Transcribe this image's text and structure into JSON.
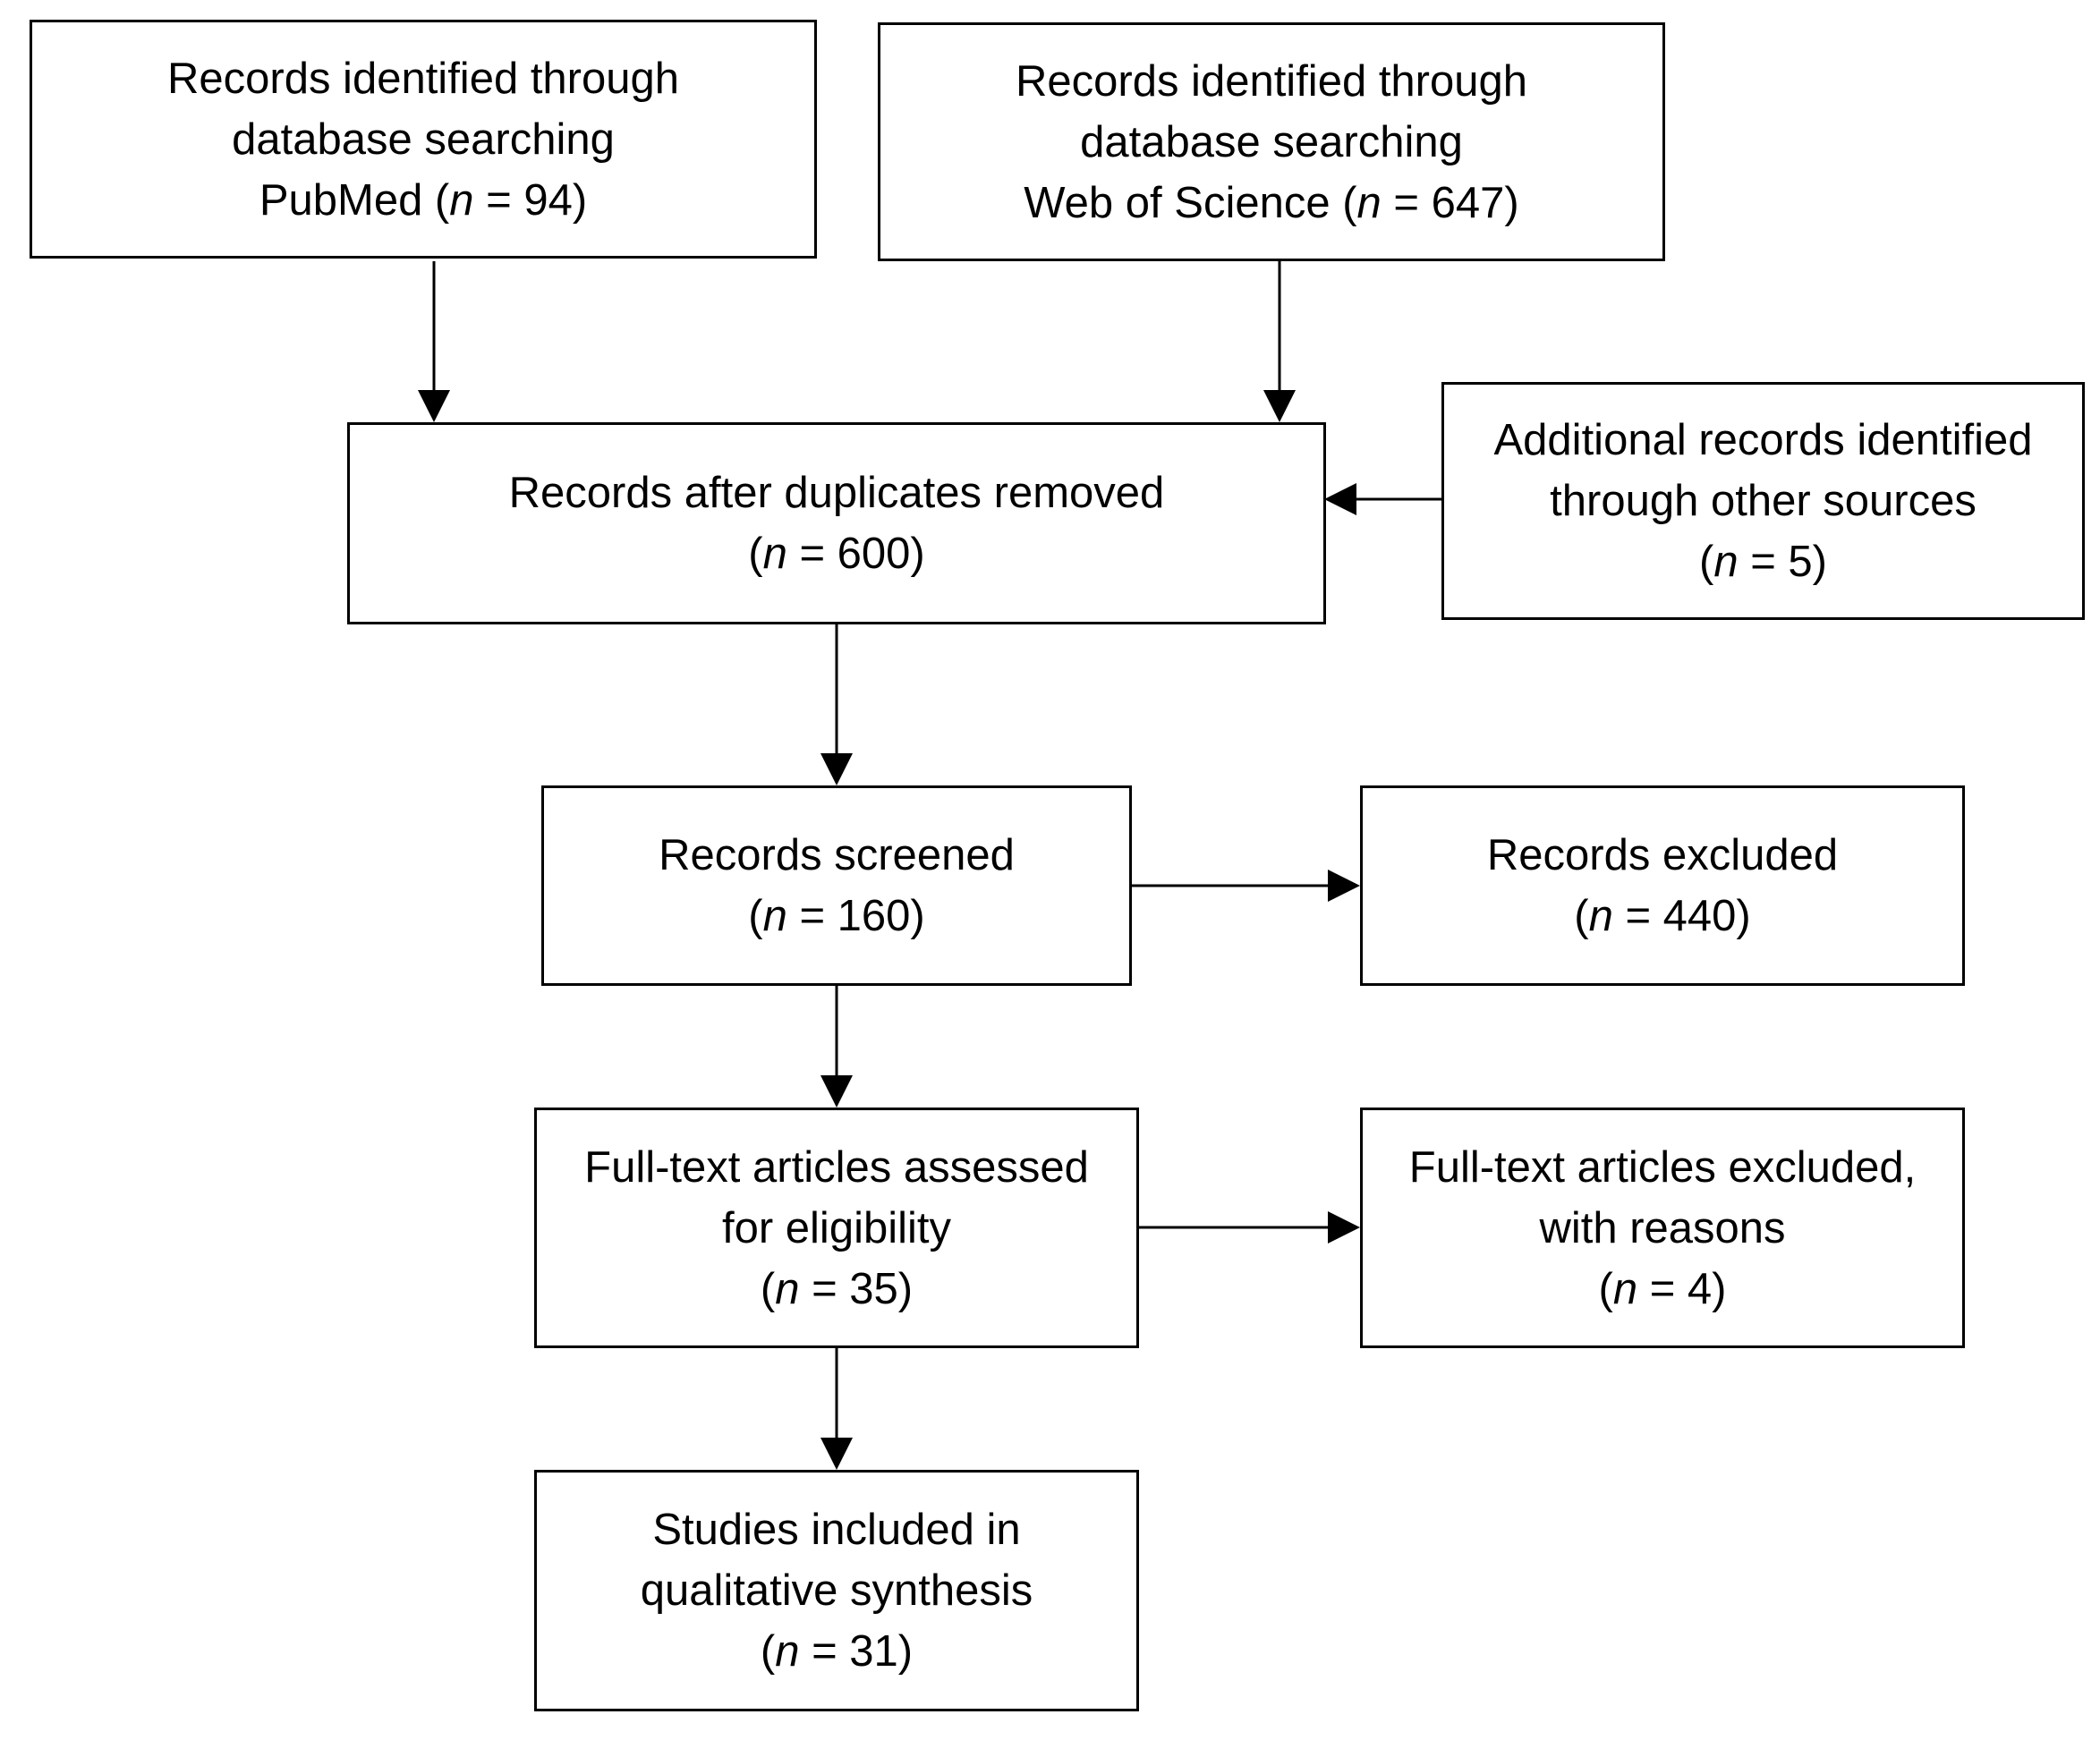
{
  "boxes": {
    "pubmed": {
      "lines": [
        "Records identified through",
        "database searching"
      ],
      "count_prefix": "PubMed (",
      "n_symbol": "n",
      "count_suffix": " = 94)"
    },
    "wos": {
      "lines": [
        "Records identified through",
        "database searching"
      ],
      "count_prefix": "Web of Science (",
      "n_symbol": "n",
      "count_suffix": " = 647)"
    },
    "duplicates_removed": {
      "lines": [
        "Records after duplicates removed"
      ],
      "count_prefix": "(",
      "n_symbol": "n",
      "count_suffix": " = 600)"
    },
    "other_sources": {
      "lines": [
        "Additional records identified",
        "through other sources"
      ],
      "count_prefix": "(",
      "n_symbol": "n",
      "count_suffix": " = 5)"
    },
    "screened": {
      "lines": [
        "Records screened"
      ],
      "count_prefix": "(",
      "n_symbol": "n",
      "count_suffix": " = 160)"
    },
    "excluded": {
      "lines": [
        "Records excluded"
      ],
      "count_prefix": "(",
      "n_symbol": "n",
      "count_suffix": " = 440)"
    },
    "fulltext_assessed": {
      "lines": [
        "Full-text articles assessed",
        "for eligibility"
      ],
      "count_prefix": "(",
      "n_symbol": "n",
      "count_suffix": " = 35)"
    },
    "fulltext_excluded": {
      "lines": [
        "Full-text articles excluded,",
        "with reasons"
      ],
      "count_prefix": "(",
      "n_symbol": "n",
      "count_suffix": " = 4)"
    },
    "included": {
      "lines": [
        "Studies included in",
        "qualitative synthesis"
      ],
      "count_prefix": "(",
      "n_symbol": "n",
      "count_suffix": " = 31)"
    }
  }
}
